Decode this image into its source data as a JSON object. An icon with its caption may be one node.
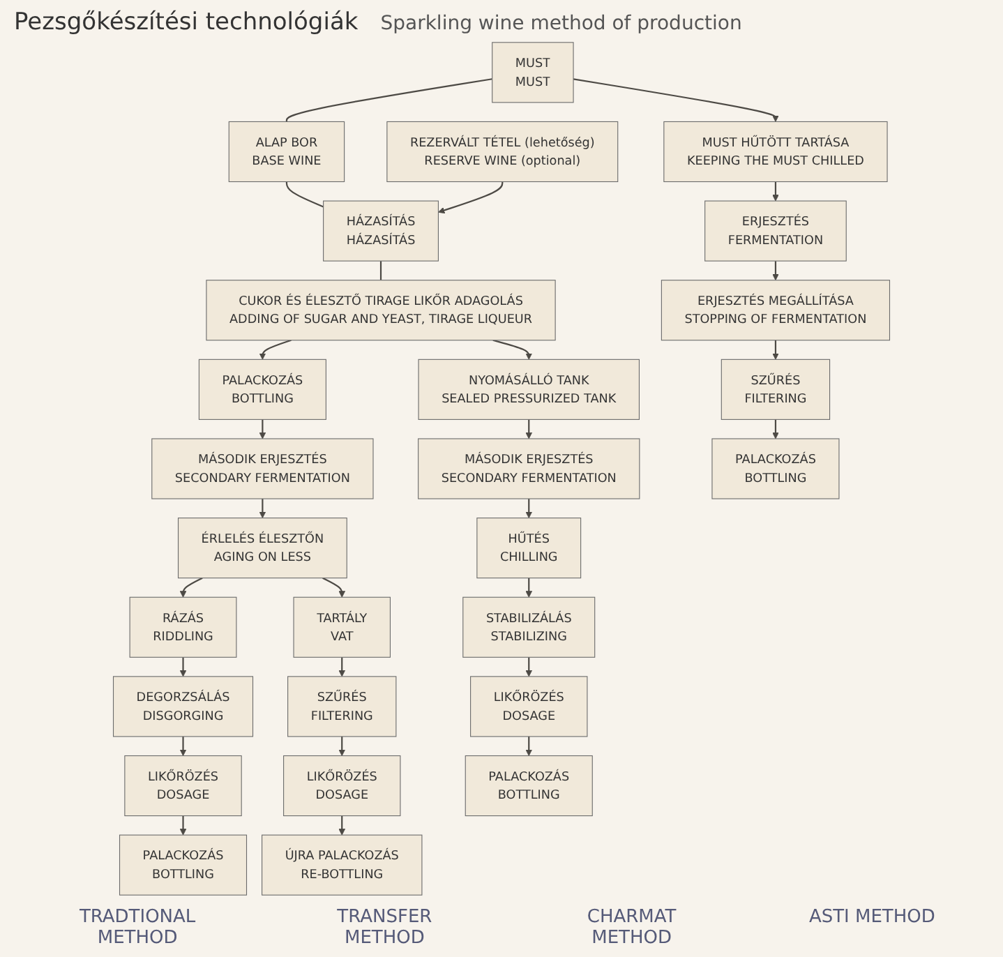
{
  "diagram": {
    "title": "Pezsgőkészítési technológiák",
    "nodes": [
      {
        "text": [
          "MUST",
          "MUST"
        ]
      },
      {
        "text": [
          "ALAP BOR",
          "BASE WINE"
        ]
      },
      {
        "text": [
          "HÁZASÍTÁS",
          "HÁZASÍTÁS"
        ]
      },
      {
        "text": [
          "REZERVÁLT TÉTEL (lehetőség)",
          "RESERVE WINE (optional)"
        ]
      },
      {
        "text": [
          "CUKOR ÉS ÉLESZTŐ TIRAGE LIKŐR ADAGOLÁS",
          "ADDING OF SUGAR AND YEAST, TIRAGE LIQUEUR"
        ]
      },
      {
        "text": [
          "PALACKOZÁS",
          "BOTTLING"
        ]
      },
      {
        "text": [
          "MÁSODIK ERJESZTÉS",
          "SECONDARY FERMENTATION"
        ]
      },
      {
        "text": [
          "ÉRLELÉS ÉLESZTŐN",
          "AGING ON LESS"
        ]
      },
      {
        "text": [
          "RÁZÁS",
          "RIDDLING"
        ]
      },
      {
        "text": [
          "DEGORZSÁLÁS",
          "DISGORGING"
        ]
      },
      {
        "text": [
          "LIKŐRÖZÉS",
          "DOSAGE"
        ]
      },
      {
        "text": [
          "PALACKOZÁS",
          "BOTTLING"
        ]
      },
      {
        "text": [
          "TARTÁLY",
          "VAT"
        ]
      },
      {
        "text": [
          "SZŰRÉS",
          "FILTERING"
        ]
      },
      {
        "text": [
          "LIKŐRÖZÉS",
          "DOSAGE"
        ]
      },
      {
        "text": [
          "ÚJRA PALACKOZÁS",
          "RE-BOTTLING"
        ]
      },
      {
        "text": [
          "NYOMÁSÁLLÓ TANK",
          "SEALED PRESSURIZED TANK"
        ]
      },
      {
        "text": [
          "MÁSODIK ERJESZTÉS",
          "SECONDARY FERMENTATION"
        ]
      },
      {
        "text": [
          "HŰTÉS",
          "CHILLING"
        ]
      },
      {
        "text": [
          "STABILIZÁLÁS",
          "STABILIZING"
        ]
      },
      {
        "text": [
          "LIKŐRÖZÉS",
          "DOSAGE"
        ]
      },
      {
        "text": [
          "PALACKOZÁS",
          "BOTTLING"
        ]
      },
      {
        "text": [
          "MUST HŰTÖTT TARTÁSA",
          "KEEPING THE MUST CHILLED"
        ]
      },
      {
        "text": [
          "ERJESZTÉS",
          "FERMENTATION"
        ]
      },
      {
        "text": [
          "ERJESZTÉS MEGÁLLÍTÁSA",
          "STOPPING OF FERMENTATION"
        ]
      },
      {
        "text": [
          "SZŰRÉS",
          "FILTERING"
        ]
      },
      {
        "text": [
          "PALACKOZÁS",
          "BOTTLING"
        ]
      }
    ],
    "edges": [
      {
        "from": 0,
        "to": 1,
        "arrow": "none"
      },
      {
        "from": 1,
        "to": 2,
        "arrow": "none"
      },
      {
        "from": 3,
        "to": 2,
        "arrow": "to"
      },
      {
        "from": 2,
        "to": 4,
        "arrow": "none"
      },
      {
        "from": 0,
        "to": 22,
        "arrow": "to"
      },
      {
        "from": 4,
        "to": 5,
        "arrow": "to"
      },
      {
        "from": 4,
        "to": 16,
        "arrow": "to"
      },
      {
        "from": 5,
        "to": 6,
        "arrow": "to"
      },
      {
        "from": 6,
        "to": 7,
        "arrow": "to"
      },
      {
        "from": 7,
        "to": 8,
        "arrow": "to"
      },
      {
        "from": 8,
        "to": 9,
        "arrow": "to"
      },
      {
        "from": 9,
        "to": 10,
        "arrow": "to"
      },
      {
        "from": 10,
        "to": 11,
        "arrow": "to"
      },
      {
        "from": 7,
        "to": 12,
        "arrow": "to"
      },
      {
        "from": 12,
        "to": 13,
        "arrow": "to"
      },
      {
        "from": 13,
        "to": 14,
        "arrow": "to"
      },
      {
        "from": 14,
        "to": 15,
        "arrow": "to"
      },
      {
        "from": 16,
        "to": 17,
        "arrow": "to"
      },
      {
        "from": 17,
        "to": 18,
        "arrow": "to"
      },
      {
        "from": 18,
        "to": 19,
        "arrow": "to"
      },
      {
        "from": 19,
        "to": 20,
        "arrow": "to"
      },
      {
        "from": 20,
        "to": 21,
        "arrow": "to"
      },
      {
        "from": 22,
        "to": 23,
        "arrow": "to"
      },
      {
        "from": 23,
        "to": 24,
        "arrow": "to"
      },
      {
        "from": 24,
        "to": 25,
        "arrow": "to"
      },
      {
        "from": 25,
        "to": 26,
        "arrow": "to"
      }
    ],
    "labels": [
      "Sparkling wine method of production",
      "TRADTIONAL METHOD",
      "TRANSFER METHOD",
      "CHARMAT METHOD",
      "ASTI METHOD"
    ]
  }
}
